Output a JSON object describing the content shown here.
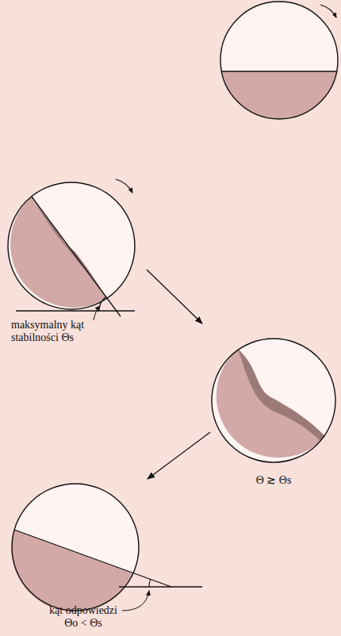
{
  "diagram": {
    "labels": [
      "maksymalny kąt stabilności Θs",
      "Θ ≳ Θs",
      "kąt odpowiedzi Θo < Θs"
    ]
  }
}
